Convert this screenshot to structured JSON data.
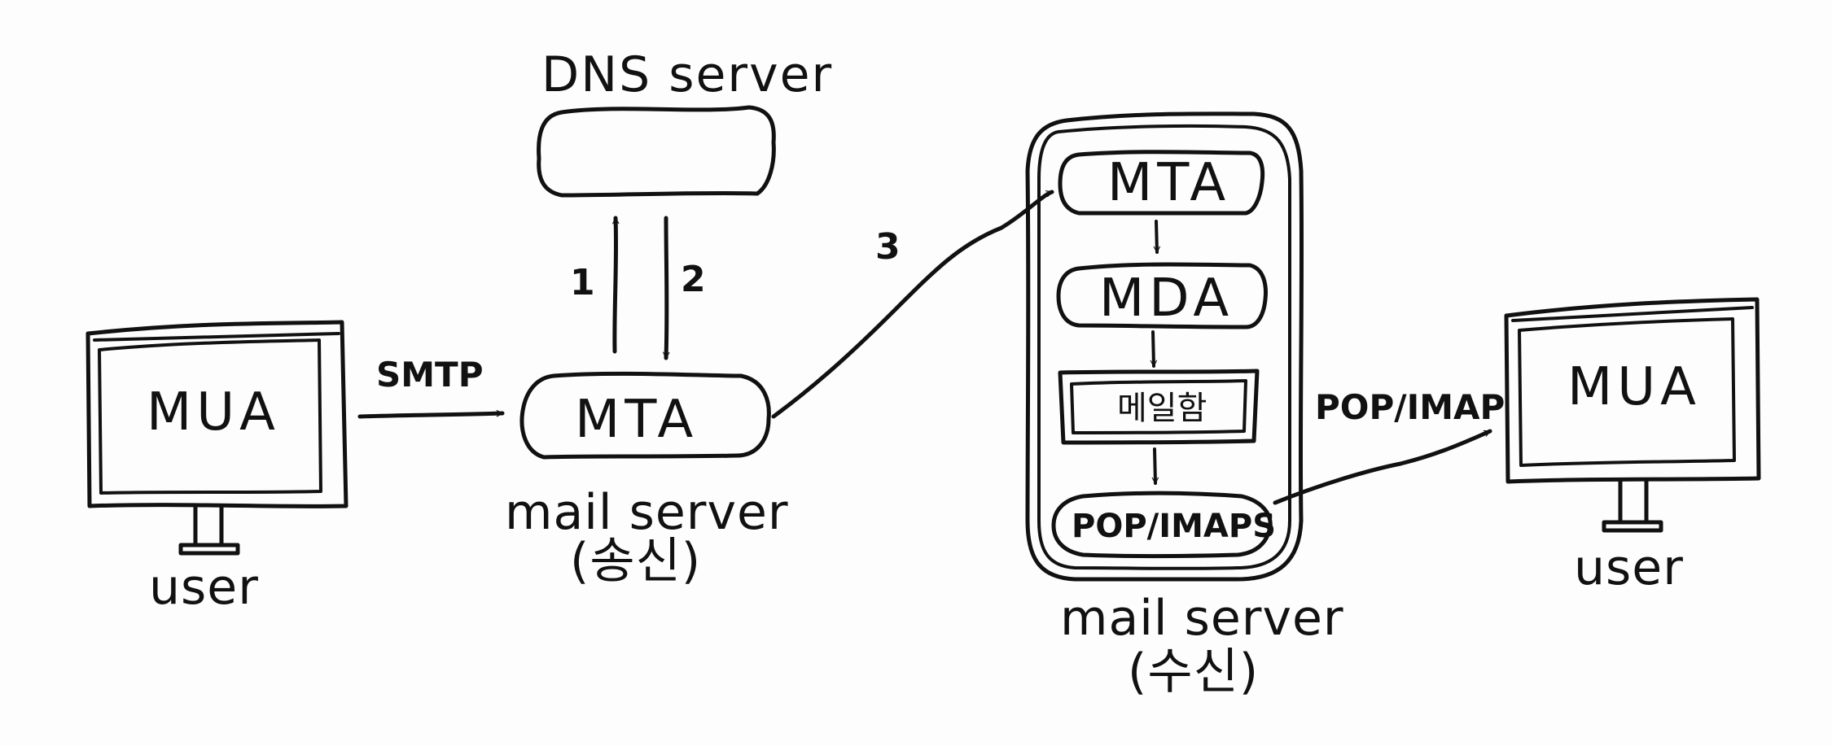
{
  "dns": {
    "title": "DNS server"
  },
  "sender": {
    "client_label": "MUA",
    "user_label": "user",
    "protocol": "SMTP",
    "mta_label": "MTA",
    "server_label": "mail server",
    "server_role": "(송신)"
  },
  "dns_lookup": {
    "step1": "1",
    "step2": "2"
  },
  "transfer": {
    "step3": "3"
  },
  "receiver": {
    "mta_label": "MTA",
    "mda_label": "MDA",
    "mailbox_label": "메일함",
    "popimap_server_label": "POP/IMAPS",
    "server_label": "mail server",
    "server_role": "(수신)",
    "protocol": "POP/IMAP",
    "client_label": "MUA",
    "user_label": "user"
  }
}
